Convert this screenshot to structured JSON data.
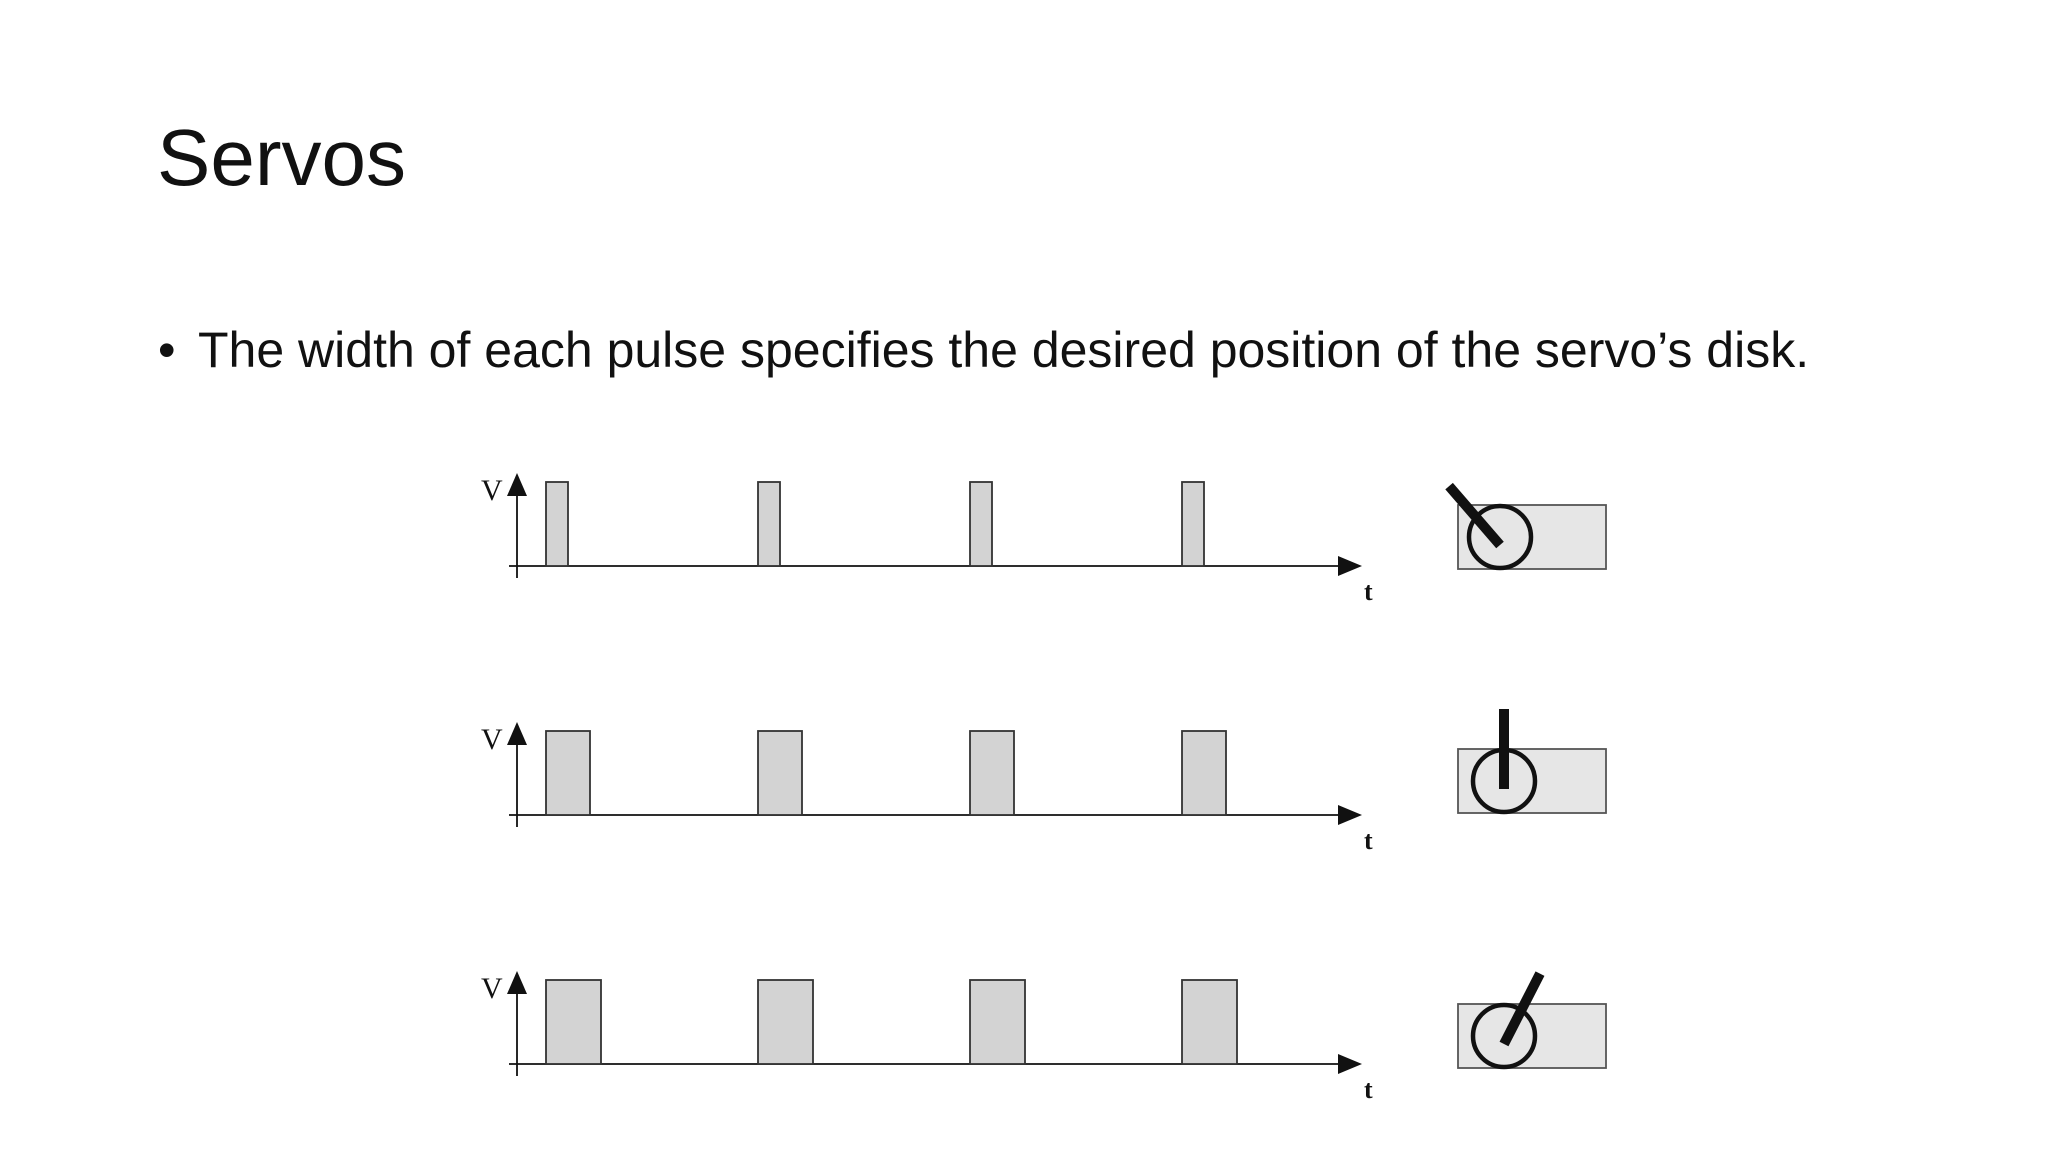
{
  "slide": {
    "title": "Servos",
    "bullet": "The width of each pulse specifies the desired position of the servo’s disk."
  },
  "diagram": {
    "v_label": "V",
    "t_label": "t",
    "pulse_fill": "#d3d3d3",
    "body_fill": "#e6e6e6",
    "stroke": "#333333",
    "rows": [
      {
        "pulse_width": 1,
        "arm_angle_deg": -45
      },
      {
        "pulse_width": 2,
        "arm_angle_deg": 0
      },
      {
        "pulse_width": 2.5,
        "arm_angle_deg": 30
      }
    ]
  }
}
